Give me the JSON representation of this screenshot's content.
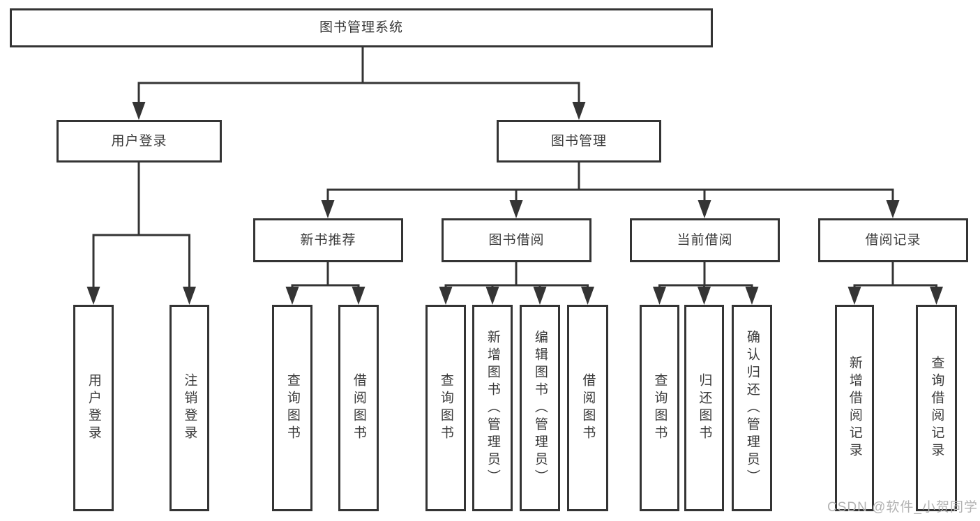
{
  "watermark": "CSDN @软件_小贺同学",
  "colors": {
    "line": "#343434",
    "text": "#3a3a3a",
    "watermark": "#b3b3b3",
    "background": "#ffffff"
  },
  "tree": {
    "label": "图书管理系统",
    "children": [
      {
        "label": "用户登录",
        "children": [
          {
            "label": "用户登录"
          },
          {
            "label": "注销登录"
          }
        ]
      },
      {
        "label": "图书管理",
        "children": [
          {
            "label": "新书推荐",
            "children": [
              {
                "label": "查询图书"
              },
              {
                "label": "借阅图书"
              }
            ]
          },
          {
            "label": "图书借阅",
            "children": [
              {
                "label": "查询图书"
              },
              {
                "label": "新增图书（管理员）"
              },
              {
                "label": "编辑图书（管理员）"
              },
              {
                "label": "借阅图书"
              }
            ]
          },
          {
            "label": "当前借阅",
            "children": [
              {
                "label": "查询图书"
              },
              {
                "label": "归还图书"
              },
              {
                "label": "确认归还（管理员）"
              }
            ]
          },
          {
            "label": "借阅记录",
            "children": [
              {
                "label": "新增借阅记录"
              },
              {
                "label": "查询借阅记录"
              }
            ]
          }
        ]
      }
    ]
  }
}
